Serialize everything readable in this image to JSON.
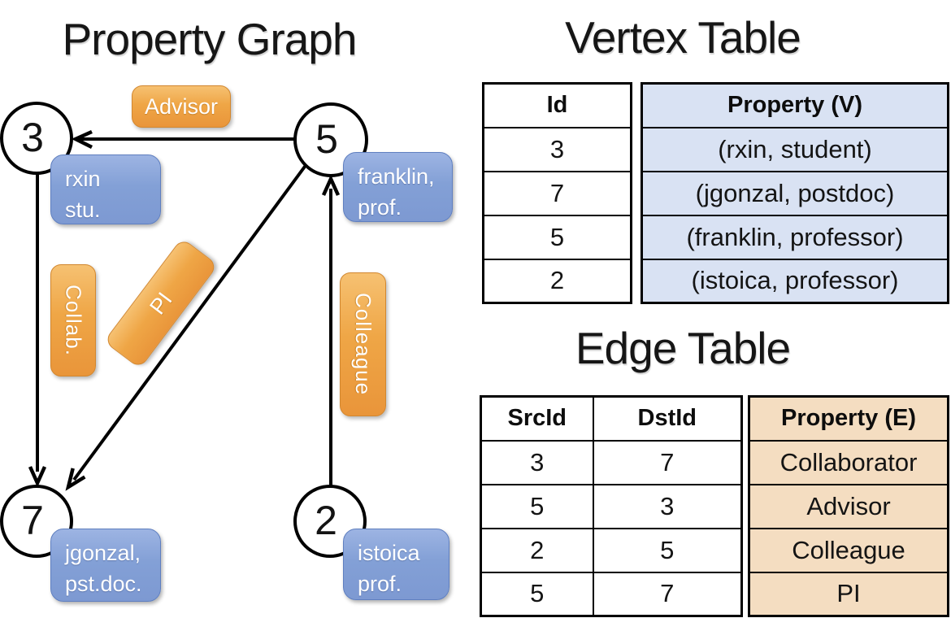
{
  "graph": {
    "title": "Property Graph",
    "nodes": [
      {
        "id": "3",
        "property": [
          "rxin",
          "stu."
        ]
      },
      {
        "id": "5",
        "property": [
          "franklin,",
          "prof."
        ]
      },
      {
        "id": "7",
        "property": [
          "jgonzal,",
          "pst.doc."
        ]
      },
      {
        "id": "2",
        "property": [
          "istoica",
          "prof."
        ]
      }
    ],
    "edge_labels": {
      "advisor": "Advisor",
      "collab": "Collab.",
      "pi": "PI",
      "colleague": "Colleague"
    }
  },
  "vertex_table": {
    "title": "Vertex Table",
    "headers": {
      "id": "Id",
      "property": "Property (V)"
    },
    "rows": [
      {
        "id": "3",
        "property": "(rxin, student)"
      },
      {
        "id": "7",
        "property": "(jgonzal, postdoc)"
      },
      {
        "id": "5",
        "property": "(franklin, professor)"
      },
      {
        "id": "2",
        "property": "(istoica, professor)"
      }
    ]
  },
  "edge_table": {
    "title": "Edge Table",
    "headers": {
      "src": "SrcId",
      "dst": "DstId",
      "property": "Property (E)"
    },
    "rows": [
      {
        "src": "3",
        "dst": "7",
        "property": "Collaborator"
      },
      {
        "src": "5",
        "dst": "3",
        "property": "Advisor"
      },
      {
        "src": "2",
        "dst": "5",
        "property": "Colleague"
      },
      {
        "src": "5",
        "dst": "7",
        "property": "PI"
      }
    ]
  },
  "colors": {
    "edge_label_orange": "#EFA646",
    "node_label_blue": "#839FD5",
    "vertex_property_cell_bg": "#D9E2F3",
    "edge_property_cell_bg": "#F4DDC1",
    "line_and_border": "#000000",
    "background": "#FFFFFF"
  }
}
